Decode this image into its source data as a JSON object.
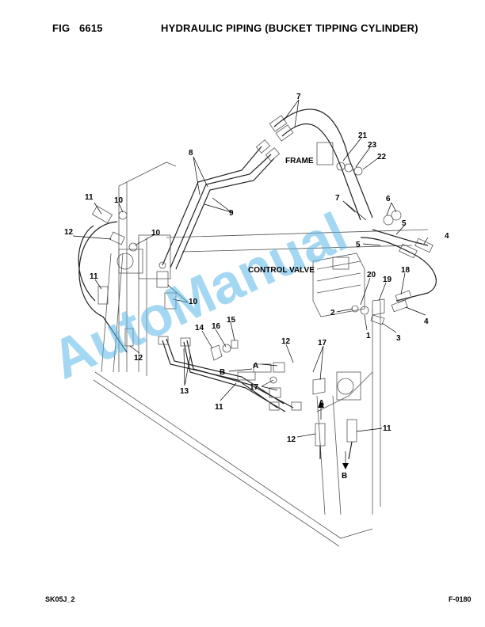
{
  "header": {
    "fig_label": "FIG",
    "fig_number": "6615",
    "title": "HYDRAULIC PIPING (BUCKET TIPPING CYLINDER)"
  },
  "footer": {
    "left_code": "SK05J_2",
    "right_code": "F-0180"
  },
  "labels": {
    "frame": "FRAME",
    "control_valve": "CONTROL VALVE"
  },
  "watermark": "AutoManual",
  "callouts": {
    "c7a": "7",
    "c21": "21",
    "c23": "23",
    "c22": "22",
    "c8": "8",
    "c9": "9",
    "c11a": "11",
    "c10a": "10",
    "c12a": "12",
    "c10b": "10",
    "c7b": "7",
    "c6": "6",
    "c5a": "5",
    "c5b": "5",
    "c4a": "4",
    "c11b": "11",
    "c20": "20",
    "c19": "19",
    "c18": "18",
    "c10c": "10",
    "c2": "2",
    "c1": "1",
    "c3": "3",
    "c4b": "4",
    "c14": "14",
    "c16": "16",
    "c15": "15",
    "c12b": "12",
    "c12c": "12",
    "c17a": "17",
    "c13": "13",
    "c17b": "17",
    "c11c": "11",
    "c12d": "12",
    "c11d": "11",
    "cA1": "A",
    "cB1": "B",
    "cA2": "A",
    "cB2": "B"
  }
}
